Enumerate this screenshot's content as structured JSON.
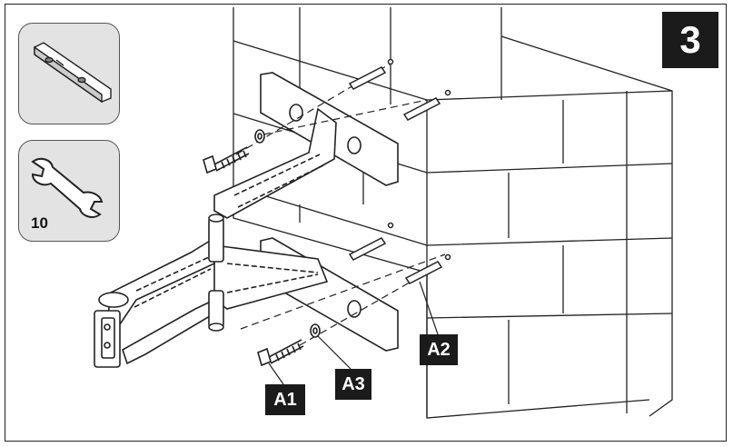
{
  "step": {
    "number": "3"
  },
  "tools": {
    "level": {
      "icon": "spirit-level-icon"
    },
    "wrench": {
      "icon": "wrench-icon",
      "size": "10"
    }
  },
  "parts": {
    "a1": {
      "label": "A1"
    },
    "a2": {
      "label": "A2"
    },
    "a3": {
      "label": "A3"
    }
  },
  "colors": {
    "line": "#1b1b1b",
    "card": "#e3e3e3",
    "badge": "#1b1b1b"
  }
}
